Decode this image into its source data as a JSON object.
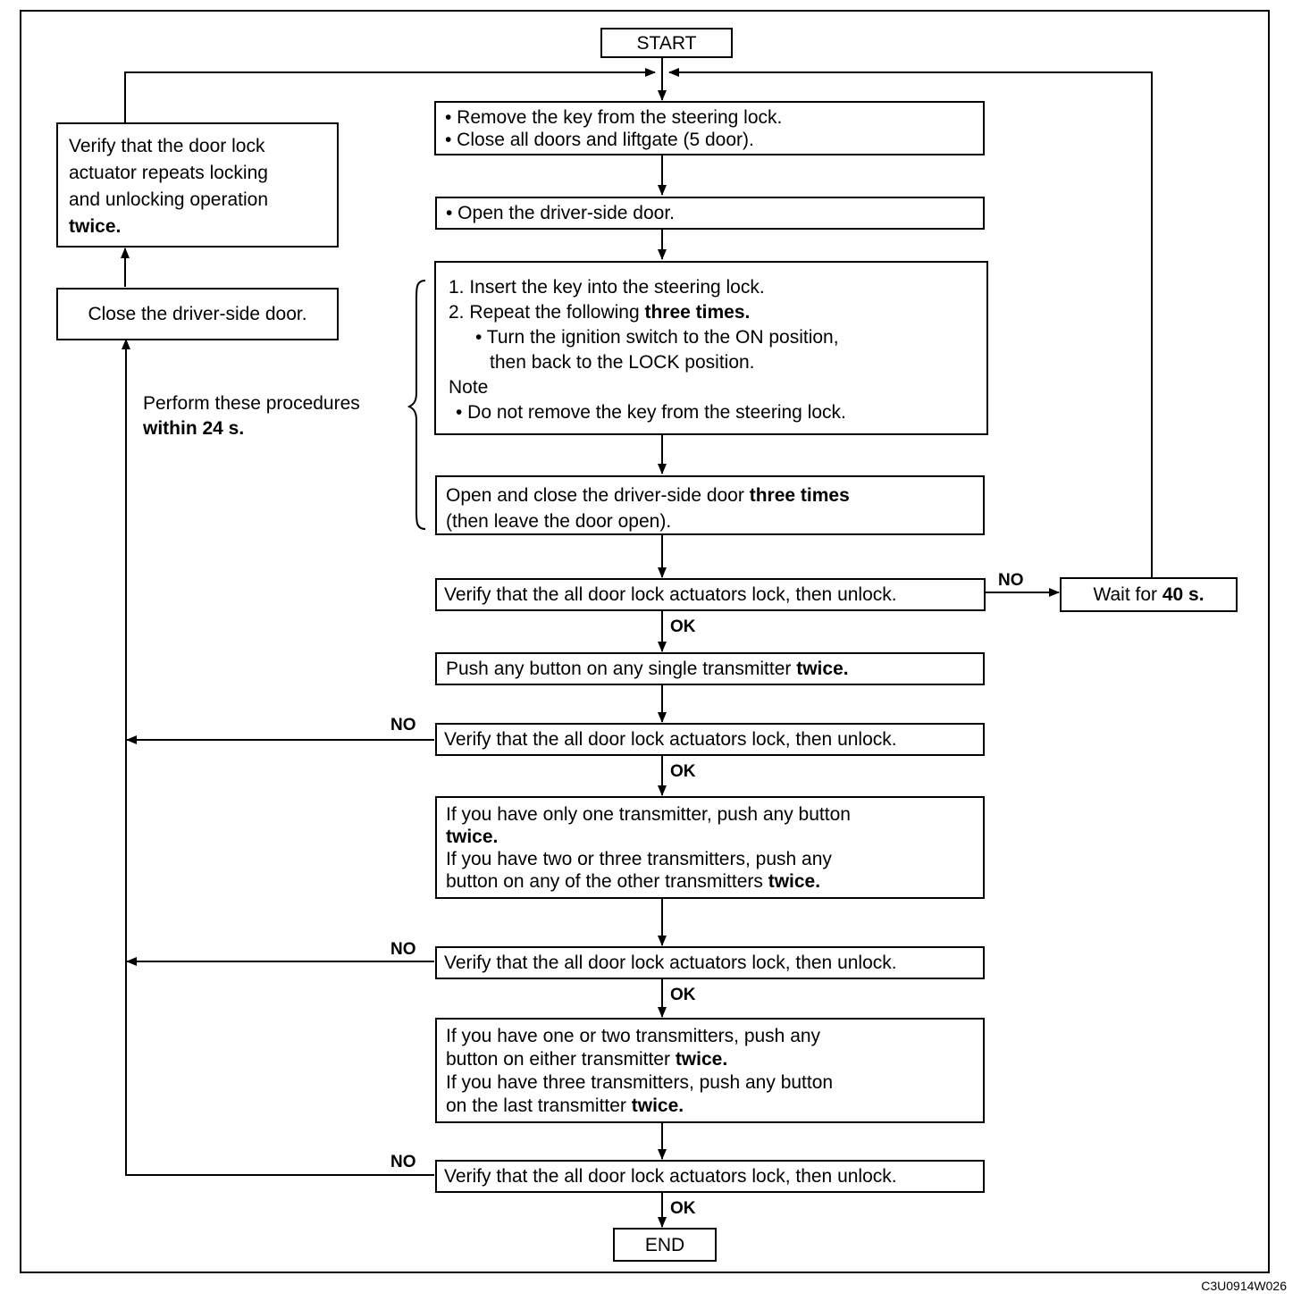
{
  "start": "START",
  "end": "END",
  "step1": {
    "l1": "• Remove the key from  the steering lock.",
    "l2": "• Close all doors and liftgate (5 door)."
  },
  "step2": "• Open the driver-side door.",
  "step3": {
    "l1": "1. Insert the key into the steering lock.",
    "l2a": "2. Repeat the following ",
    "l2b": "three times.",
    "l3": "• Turn the ignition switch to the ON position,",
    "l4": "then back to the LOCK position.",
    "l5": "Note",
    "l6": "• Do not remove the key from the steering lock."
  },
  "step4": {
    "l1a": "Open and close the driver-side door ",
    "l1b": "three times",
    "l2": "(then leave the door open)."
  },
  "verify": "Verify that the all door lock actuators lock, then unlock.",
  "wait": {
    "a": "Wait for ",
    "b": "40 s."
  },
  "step5": {
    "a": "Push any button on any single transmitter ",
    "b": "twice."
  },
  "step6": {
    "l1": "If you have only one transmitter, push any button",
    "l2": "twice.",
    "l3": "If you have two or three transmitters, push any",
    "l4a": "button on any of the other transmitters ",
    "l4b": "twice."
  },
  "step7": {
    "l1": "If you have one or two transmitters, push any",
    "l2a": "button on either transmitter ",
    "l2b": "twice.",
    "l3": "If you have three transmitters, push any button",
    "l4a": "on the last transmitter ",
    "l4b": "twice."
  },
  "close_door": "Close the driver-side door.",
  "verify_twice": {
    "l1": "Verify that the door lock",
    "l2": "actuator repeats locking",
    "l3": "and unlocking operation",
    "l4": "twice."
  },
  "perform": {
    "l1": "Perform these procedures",
    "l2": "within 24 s."
  },
  "labels": {
    "no": "NO",
    "ok": "OK"
  },
  "figure_code": "C3U0914W026"
}
